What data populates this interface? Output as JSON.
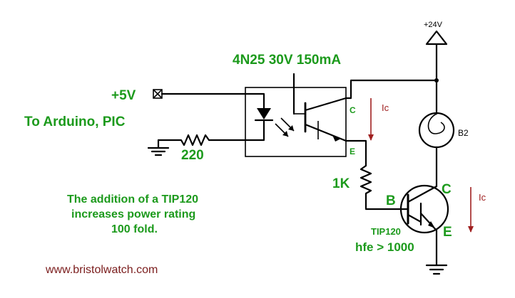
{
  "diagram": {
    "part_label": "4N25 30V 150mA",
    "supply_5v": "+5V",
    "to_arduino": "To Arduino, PIC",
    "resistor_220": "220",
    "resistor_1k": "1K",
    "supply_24v": "+24V",
    "lamp_label": "B2",
    "opto_c": "C",
    "opto_e": "E",
    "ic_label_1": "Ic",
    "ic_label_2": "Ic",
    "transistor_b": "B",
    "transistor_c": "C",
    "transistor_e": "E",
    "transistor_name": "TIP120",
    "hfe": "hfe > 1000",
    "note_line_1": "The addition of a TIP120",
    "note_line_2": "increases power rating",
    "note_line_3": "100 fold.",
    "website": "www.bristolwatch.com"
  },
  "colors": {
    "green_text": "#1c9a1c",
    "red_text": "#a02020",
    "url_text": "#7a1c1c",
    "wire": "#000000"
  }
}
